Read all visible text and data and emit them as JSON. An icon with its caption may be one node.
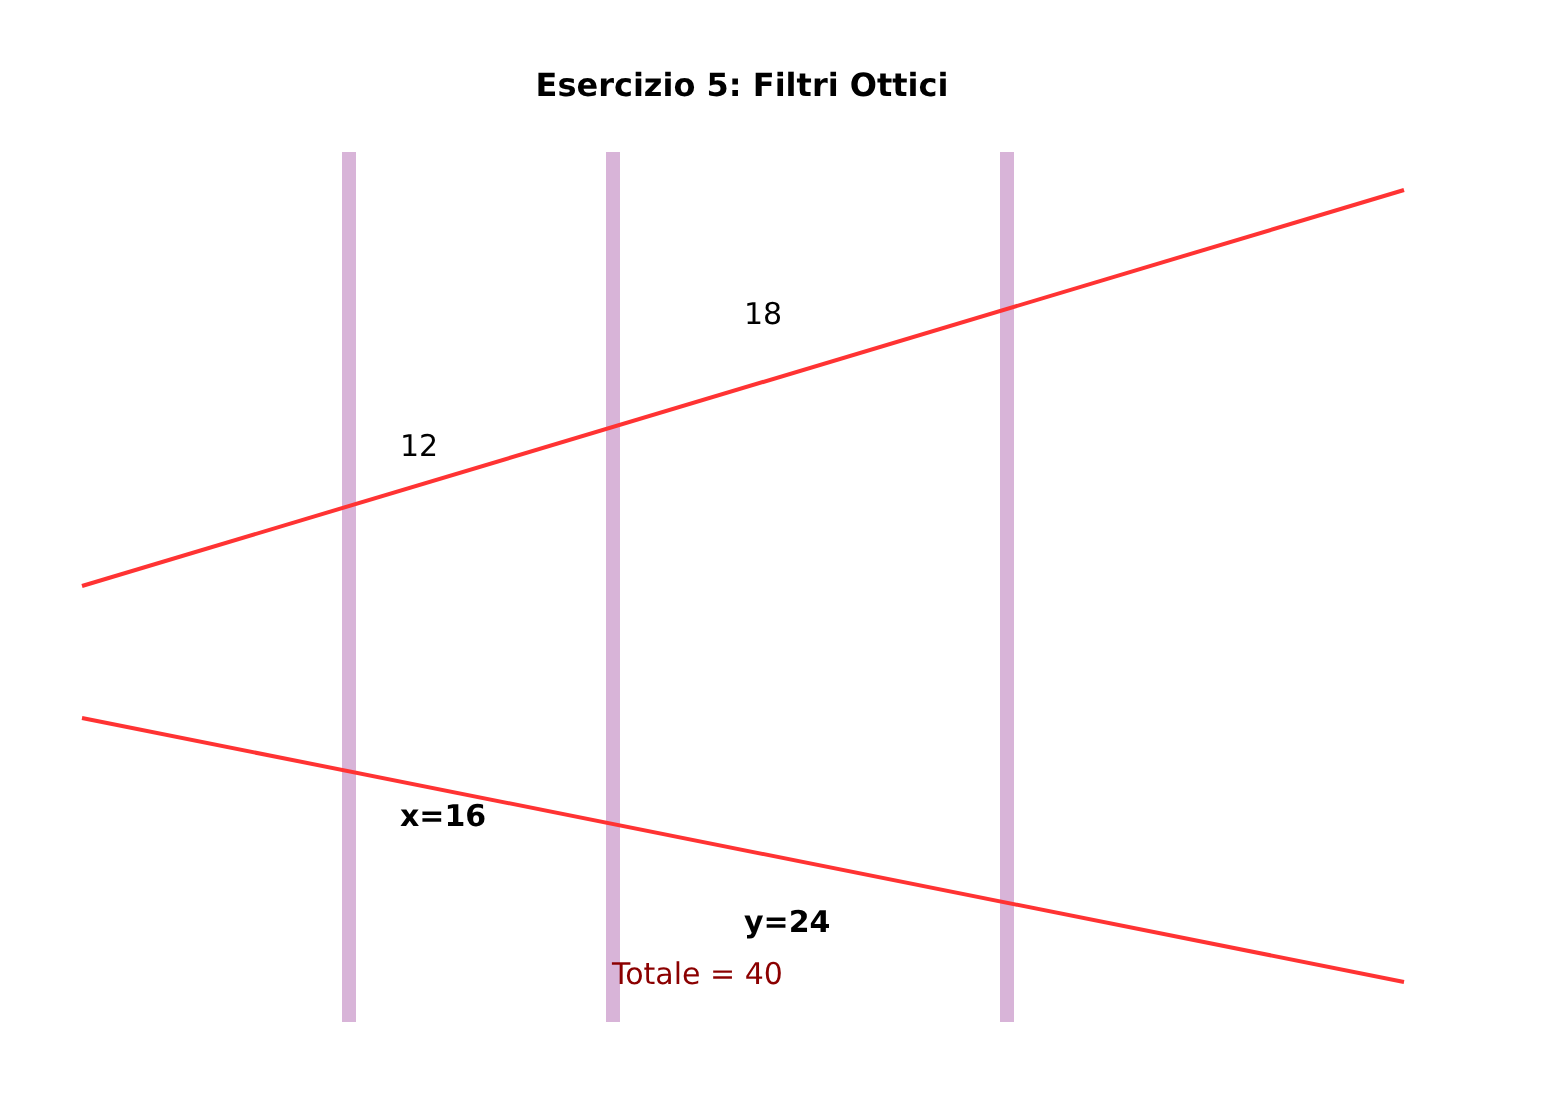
{
  "diagram": {
    "title": "Esercizio 5: Filtri Ottici",
    "labels": [
      "18",
      "12",
      "x=16",
      "y=24",
      "Totale = 40"
    ]
  }
}
